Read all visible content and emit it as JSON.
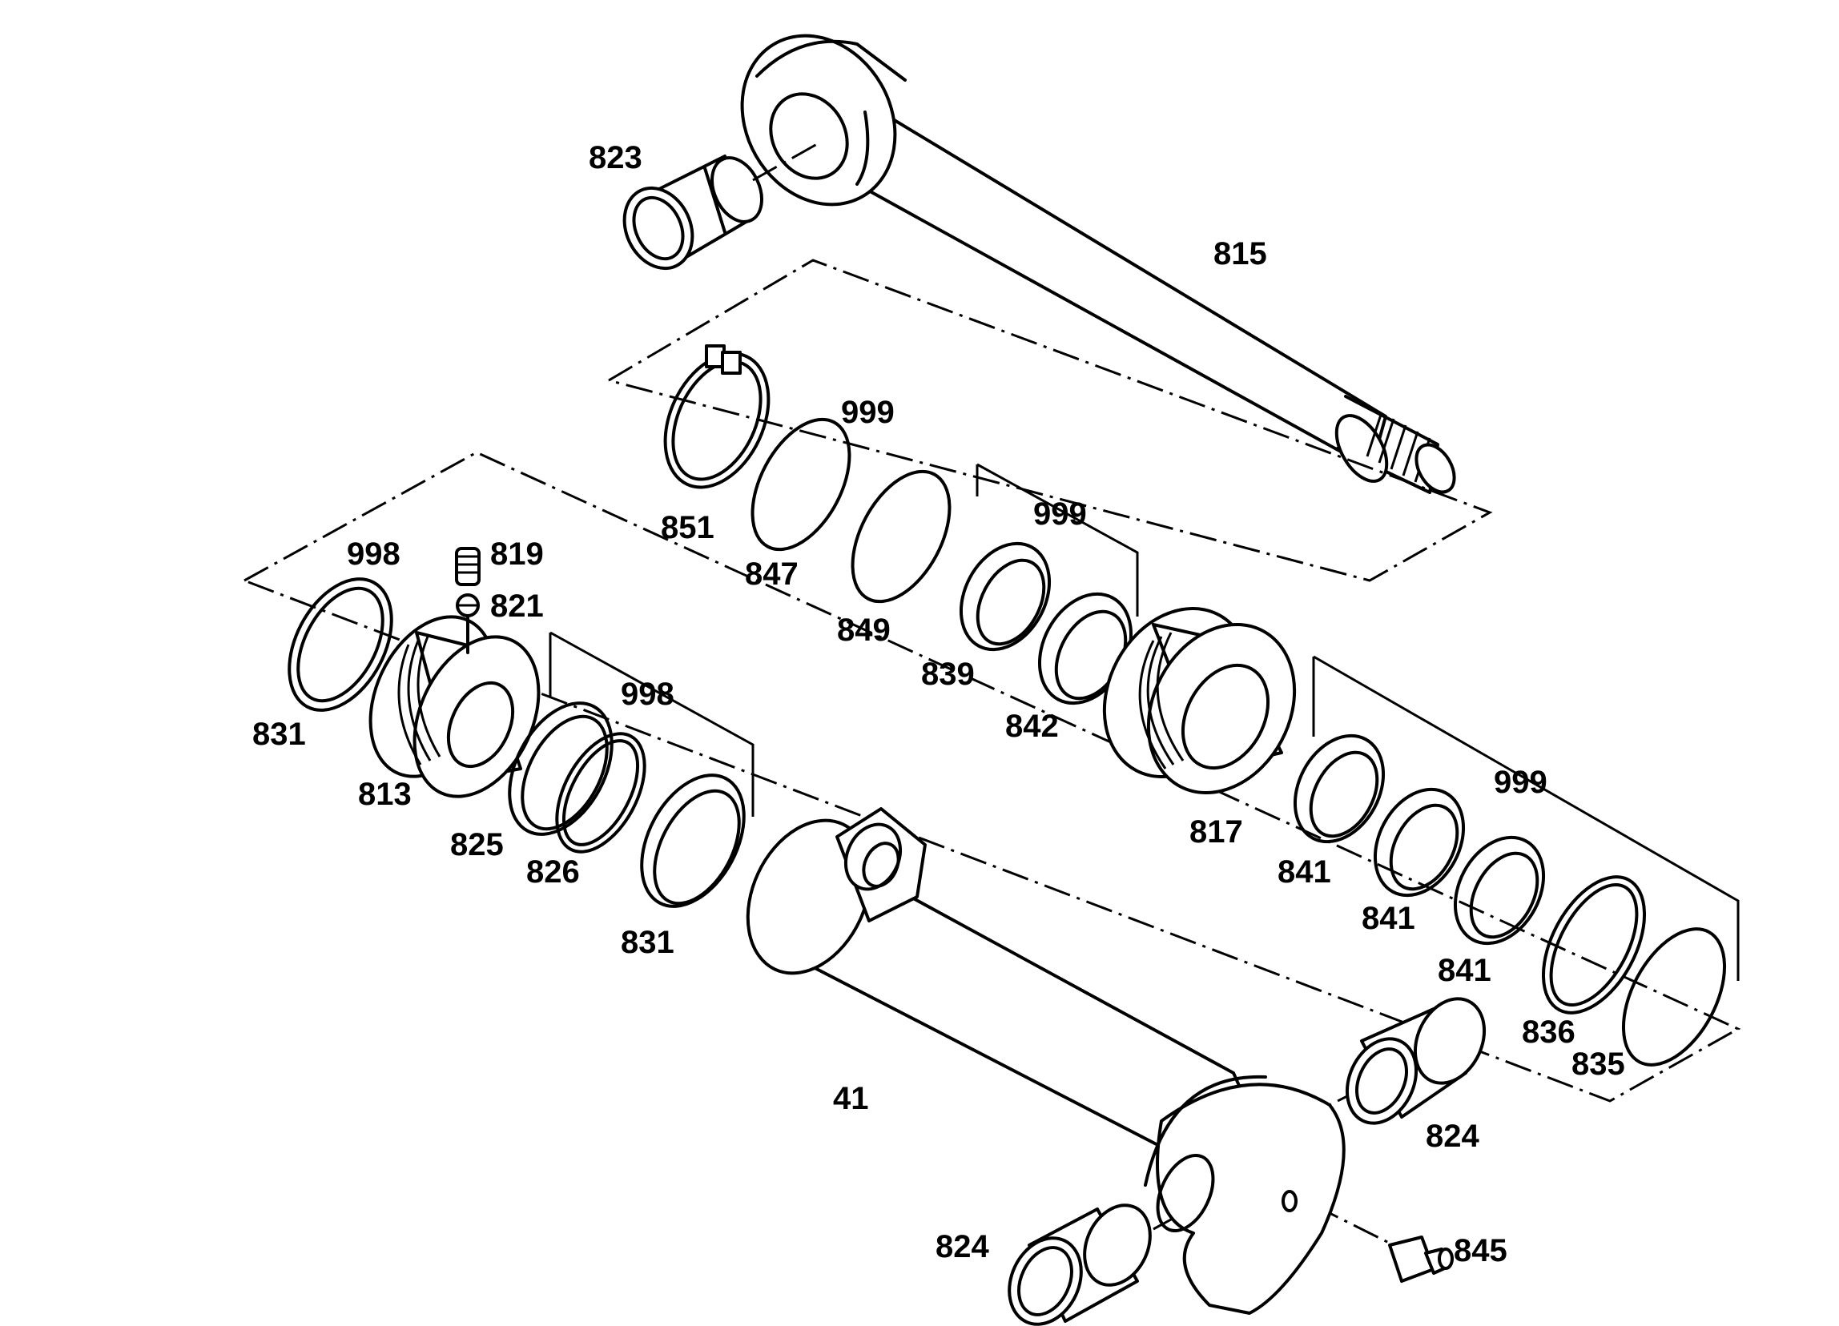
{
  "diagram": {
    "labels": {
      "p823": "823",
      "p815": "815",
      "p999a": "999",
      "p851": "851",
      "p847": "847",
      "p849": "849",
      "p999b": "999",
      "p998a": "998",
      "p819": "819",
      "p821": "821",
      "p839": "839",
      "p842": "842",
      "p831a": "831",
      "p813": "813",
      "p998b": "998",
      "p825": "825",
      "p826": "826",
      "p831b": "831",
      "p817": "817",
      "p999c": "999",
      "p841a": "841",
      "p841b": "841",
      "p841c": "841",
      "p836": "836",
      "p835": "835",
      "p41": "41",
      "p824a": "824",
      "p824b": "824",
      "p845": "845"
    }
  }
}
